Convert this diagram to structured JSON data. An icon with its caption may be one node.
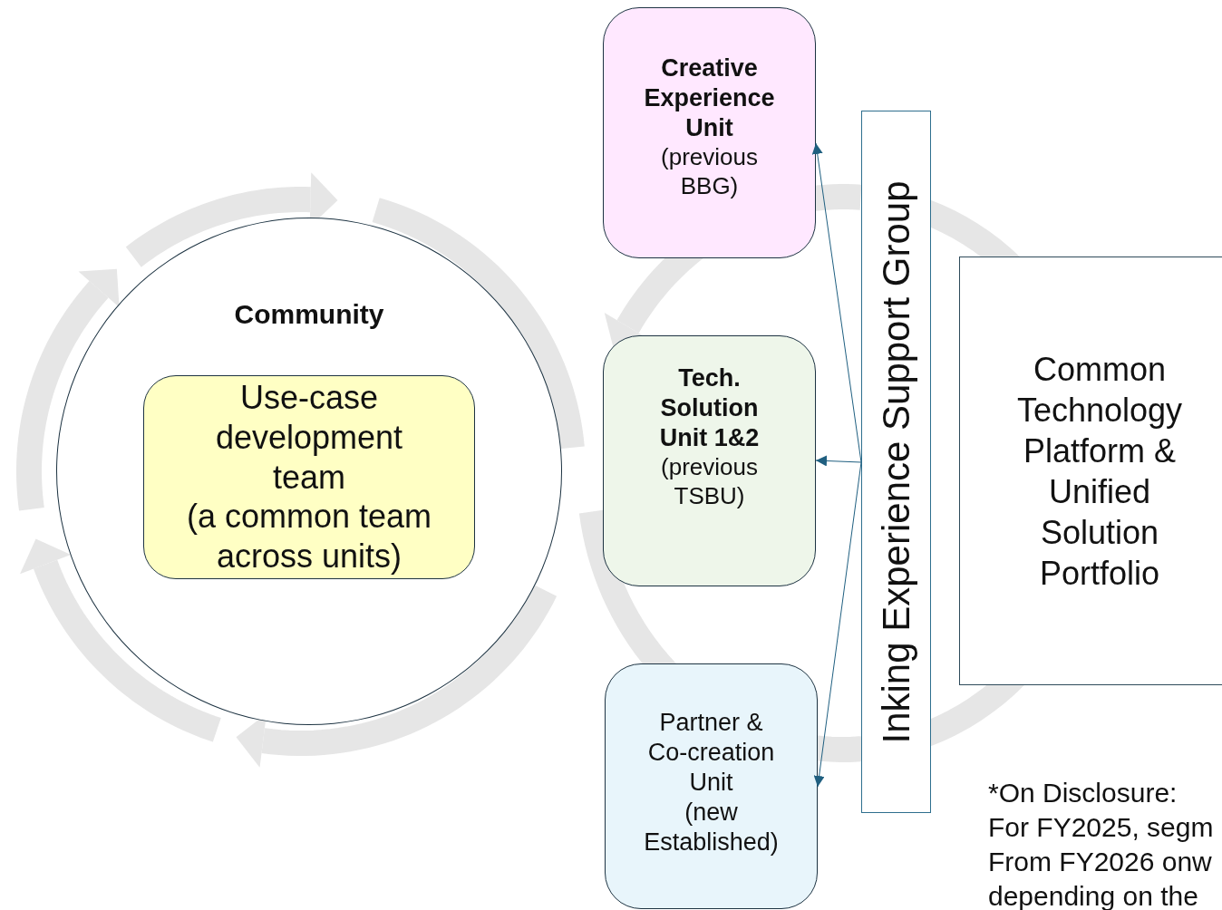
{
  "diagram": {
    "nodes": [
      {
        "text": [
          "Community"
        ]
      },
      {
        "text": [
          "Use-case development team",
          "(a common team across units)"
        ],
        "in": 0
      },
      {
        "text": [
          "Creative Experience Unit",
          "(previous BBG)"
        ]
      },
      {
        "text": [
          "Tech. Solution Unit 1&2",
          "(previous TSBU)"
        ]
      },
      {
        "text": [
          "Partner & Co-creation Unit",
          "(new Established)"
        ]
      },
      {
        "text": [
          "Inking Experience Support Group"
        ]
      },
      {
        "text": [
          "Common Technology Platform & Unified Solution Portfolio"
        ]
      }
    ],
    "edges": [
      {
        "from": 5,
        "to": 2,
        "arrow": "to"
      },
      {
        "from": 5,
        "to": 3,
        "arrow": "to"
      },
      {
        "from": 5,
        "to": 4,
        "arrow": "to"
      }
    ],
    "labels": [
      "*On Disclosure:",
      "For FY2025, segm",
      "From FY2026 onw",
      "depending on the"
    ]
  }
}
